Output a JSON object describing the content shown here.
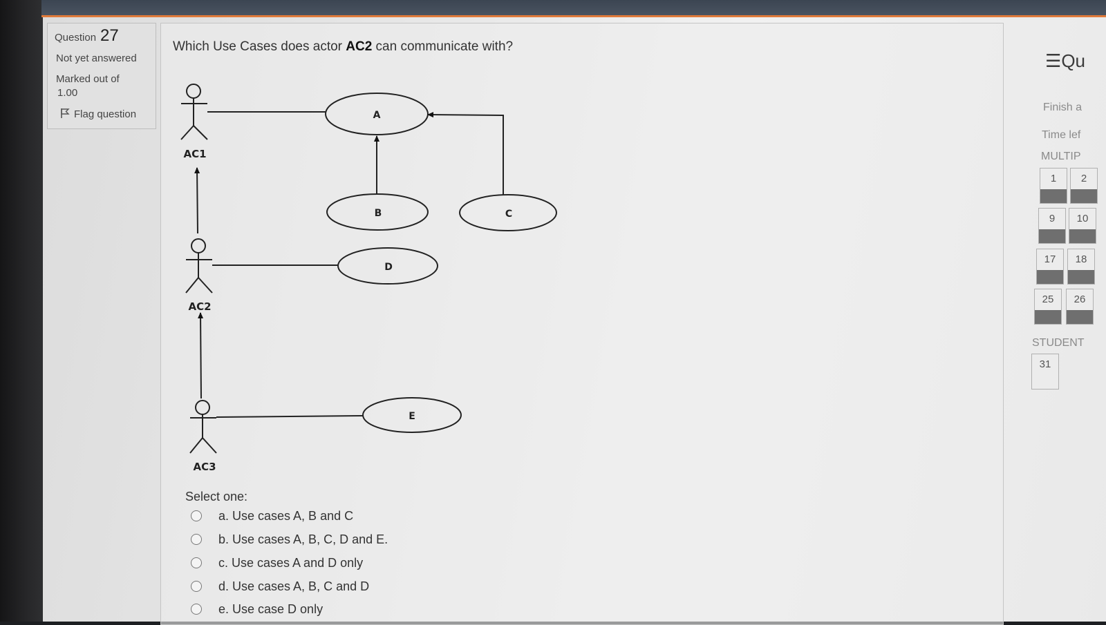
{
  "question_info": {
    "label": "Question",
    "number": "27",
    "state": "Not yet answered",
    "mark_line1": "Marked out of",
    "mark_line2": "1.00",
    "flag_label": "Flag question",
    "flag_icon": "flag-icon"
  },
  "question": {
    "text_before": "Which Use Cases does actor ",
    "text_bold": "AC2",
    "text_after": " can communicate with?"
  },
  "diagram": {
    "actors": [
      "AC1",
      "AC2",
      "AC3"
    ],
    "use_cases": [
      "A",
      "B",
      "C",
      "D",
      "E"
    ]
  },
  "answer": {
    "select_label": "Select one:",
    "options": [
      "a. Use cases A, B and C",
      "b. Use cases A, B, C, D and E.",
      "c. Use cases A and D only",
      "d. Use cases A, B, C and D",
      "e. Use case D only"
    ]
  },
  "quiz_nav": {
    "menu_icon": "hamburger-icon",
    "title_partial": "Qu",
    "finish_partial": "Finish a",
    "time_partial": "Time lef",
    "section1_partial": "MULTIP",
    "section2_partial": "STUDENT",
    "buttons": [
      "1",
      "2",
      "9",
      "10",
      "17",
      "18",
      "25",
      "26",
      "31"
    ]
  },
  "colors": {
    "accent_bar": "#e07a3a",
    "screen_bg": "#e8e8e8",
    "answered_fill": "#6f6f6f"
  }
}
